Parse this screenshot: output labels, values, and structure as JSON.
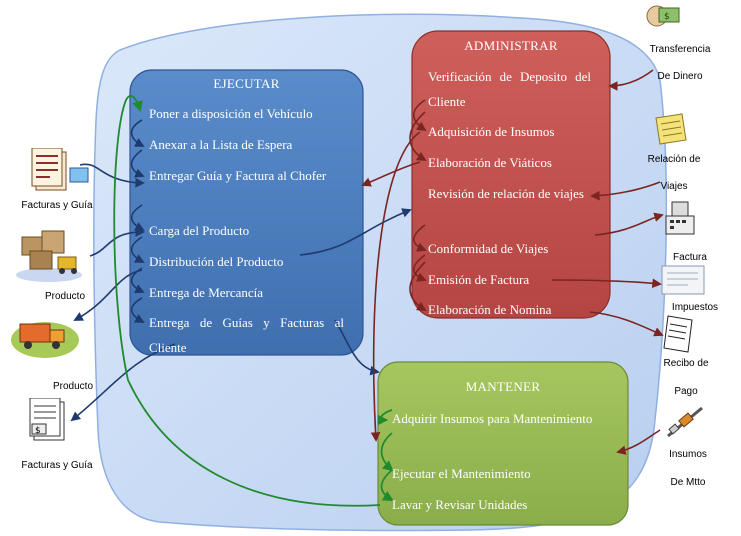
{
  "ejecutar": {
    "title": "EJECUTAR",
    "items": [
      "Poner  a disposición el Vehículo",
      "Anexar a la Lista de Espera",
      "Entregar Guía y Factura al Chofer",
      "Carga del Producto",
      "Distribución del Producto",
      "Entrega de Mercancía",
      "Entrega de Guías y Facturas al Cliente"
    ]
  },
  "administrar": {
    "title": "ADMINISTRAR",
    "items": [
      "Verificación de Deposito del Cliente",
      "Adquisición de Insumos",
      "Elaboración de Viáticos",
      "Revisión de relación de viajes",
      "Conformidad de Viajes",
      "Emisión de Factura",
      "Elaboración de Nomina"
    ]
  },
  "mantener": {
    "title": "MANTENER",
    "items": [
      "Adquirir Insumos para Mantenimiento",
      "Ejecutar el Mantenimiento",
      "Lavar y  Revisar Unidades"
    ]
  },
  "external": {
    "facturas_guia_in": "Facturas y Guía",
    "producto_in": "Producto",
    "producto_out": "Producto",
    "facturas_guia_out": "Facturas y Guía",
    "transferencia_1": "Transferencia",
    "transferencia_2": "De Dinero",
    "relacion_1": "Relación de",
    "relacion_2": "Viajes",
    "factura": "Factura",
    "impuestos": "Impuestos",
    "recibo_1": "Recibo de",
    "recibo_2": "Pago",
    "insumos_1": "Insumos",
    "insumos_2": "De Mtto"
  },
  "colors": {
    "blob": "#cfe0f7",
    "ejecutar": "#4f7fbf",
    "administrar": "#c0504d",
    "mantener": "#9bbb59",
    "arrow_dark_blue": "#1f3a6e",
    "arrow_red": "#7b2523",
    "arrow_green": "#1f8a2e"
  }
}
